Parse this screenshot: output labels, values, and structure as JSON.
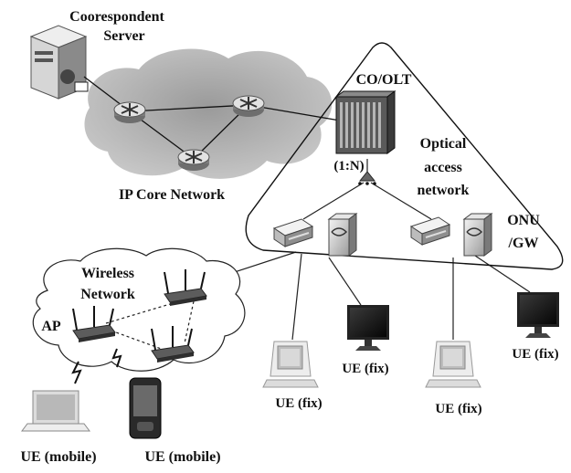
{
  "labels": {
    "server_title_1": "Coorespondent",
    "server_title_2": "Server",
    "core_network": "IP Core Network",
    "co_olt": "CO/OLT",
    "split_ratio": "(1:N)",
    "optical_1": "Optical",
    "optical_2": "access",
    "optical_3": "network",
    "onu_1": "ONU",
    "onu_2": "/GW",
    "wireless_1": "Wireless",
    "wireless_2": "Network",
    "ap": "AP",
    "ue_fix_1": "UE (fix)",
    "ue_fix_2": "UE (fix)",
    "ue_fix_3": "UE (fix)",
    "ue_fix_4": "UE (fix)",
    "ue_mobile_1": "UE (mobile)",
    "ue_mobile_2": "UE (mobile)"
  },
  "icons": {
    "server": "server-icon",
    "router": "router-icon",
    "olt": "olt-rack-icon",
    "splitter": "splitter-icon",
    "onu": "onu-icon",
    "gateway": "gateway-icon",
    "access_point": "access-point-icon",
    "monitor": "monitor-icon",
    "crt": "crt-computer-icon",
    "laptop": "laptop-icon",
    "phone": "phone-icon"
  }
}
